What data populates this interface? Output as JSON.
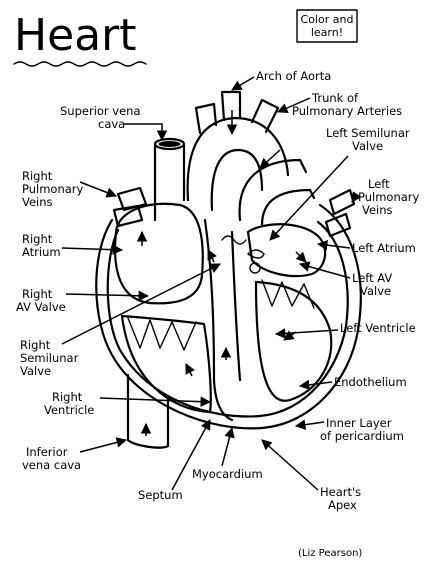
{
  "title": "Heart",
  "note": [
    "Color and",
    "learn!"
  ],
  "credit": "(Liz Pearson)",
  "labels": {
    "arch_aorta": [
      "Arch of Aorta"
    ],
    "superior_vena_cava": [
      "Superior vena",
      "cava"
    ],
    "trunk_pulmonary": [
      "Trunk of",
      "Pulmonary Arteries"
    ],
    "left_semilunar": [
      "Left Semilunar",
      "Valve"
    ],
    "right_pulm_veins": [
      "Right",
      "Pulmonary",
      "Veins"
    ],
    "left_pulm_veins": [
      "Left",
      "Pulmonary",
      "Veins"
    ],
    "right_atrium": [
      "Right",
      "Atrium"
    ],
    "left_atrium": [
      "Left Atrium"
    ],
    "right_av": [
      "Right",
      "AV Valve"
    ],
    "left_av": [
      "Left AV",
      "Valve"
    ],
    "left_ventricle": [
      "Left Ventricle"
    ],
    "right_semilunar": [
      "Right",
      "Semilunar",
      "Valve"
    ],
    "endothelium": [
      "Endothelium"
    ],
    "right_ventricle": [
      "Right",
      "Ventricle"
    ],
    "inner_pericardium": [
      "Inner Layer",
      "of pericardium"
    ],
    "inferior_vena_cava": [
      "Inferior",
      "vena cava"
    ],
    "myocardium": [
      "Myocardium"
    ],
    "septum": [
      "Septum"
    ],
    "apex": [
      "Heart's",
      "Apex"
    ]
  }
}
